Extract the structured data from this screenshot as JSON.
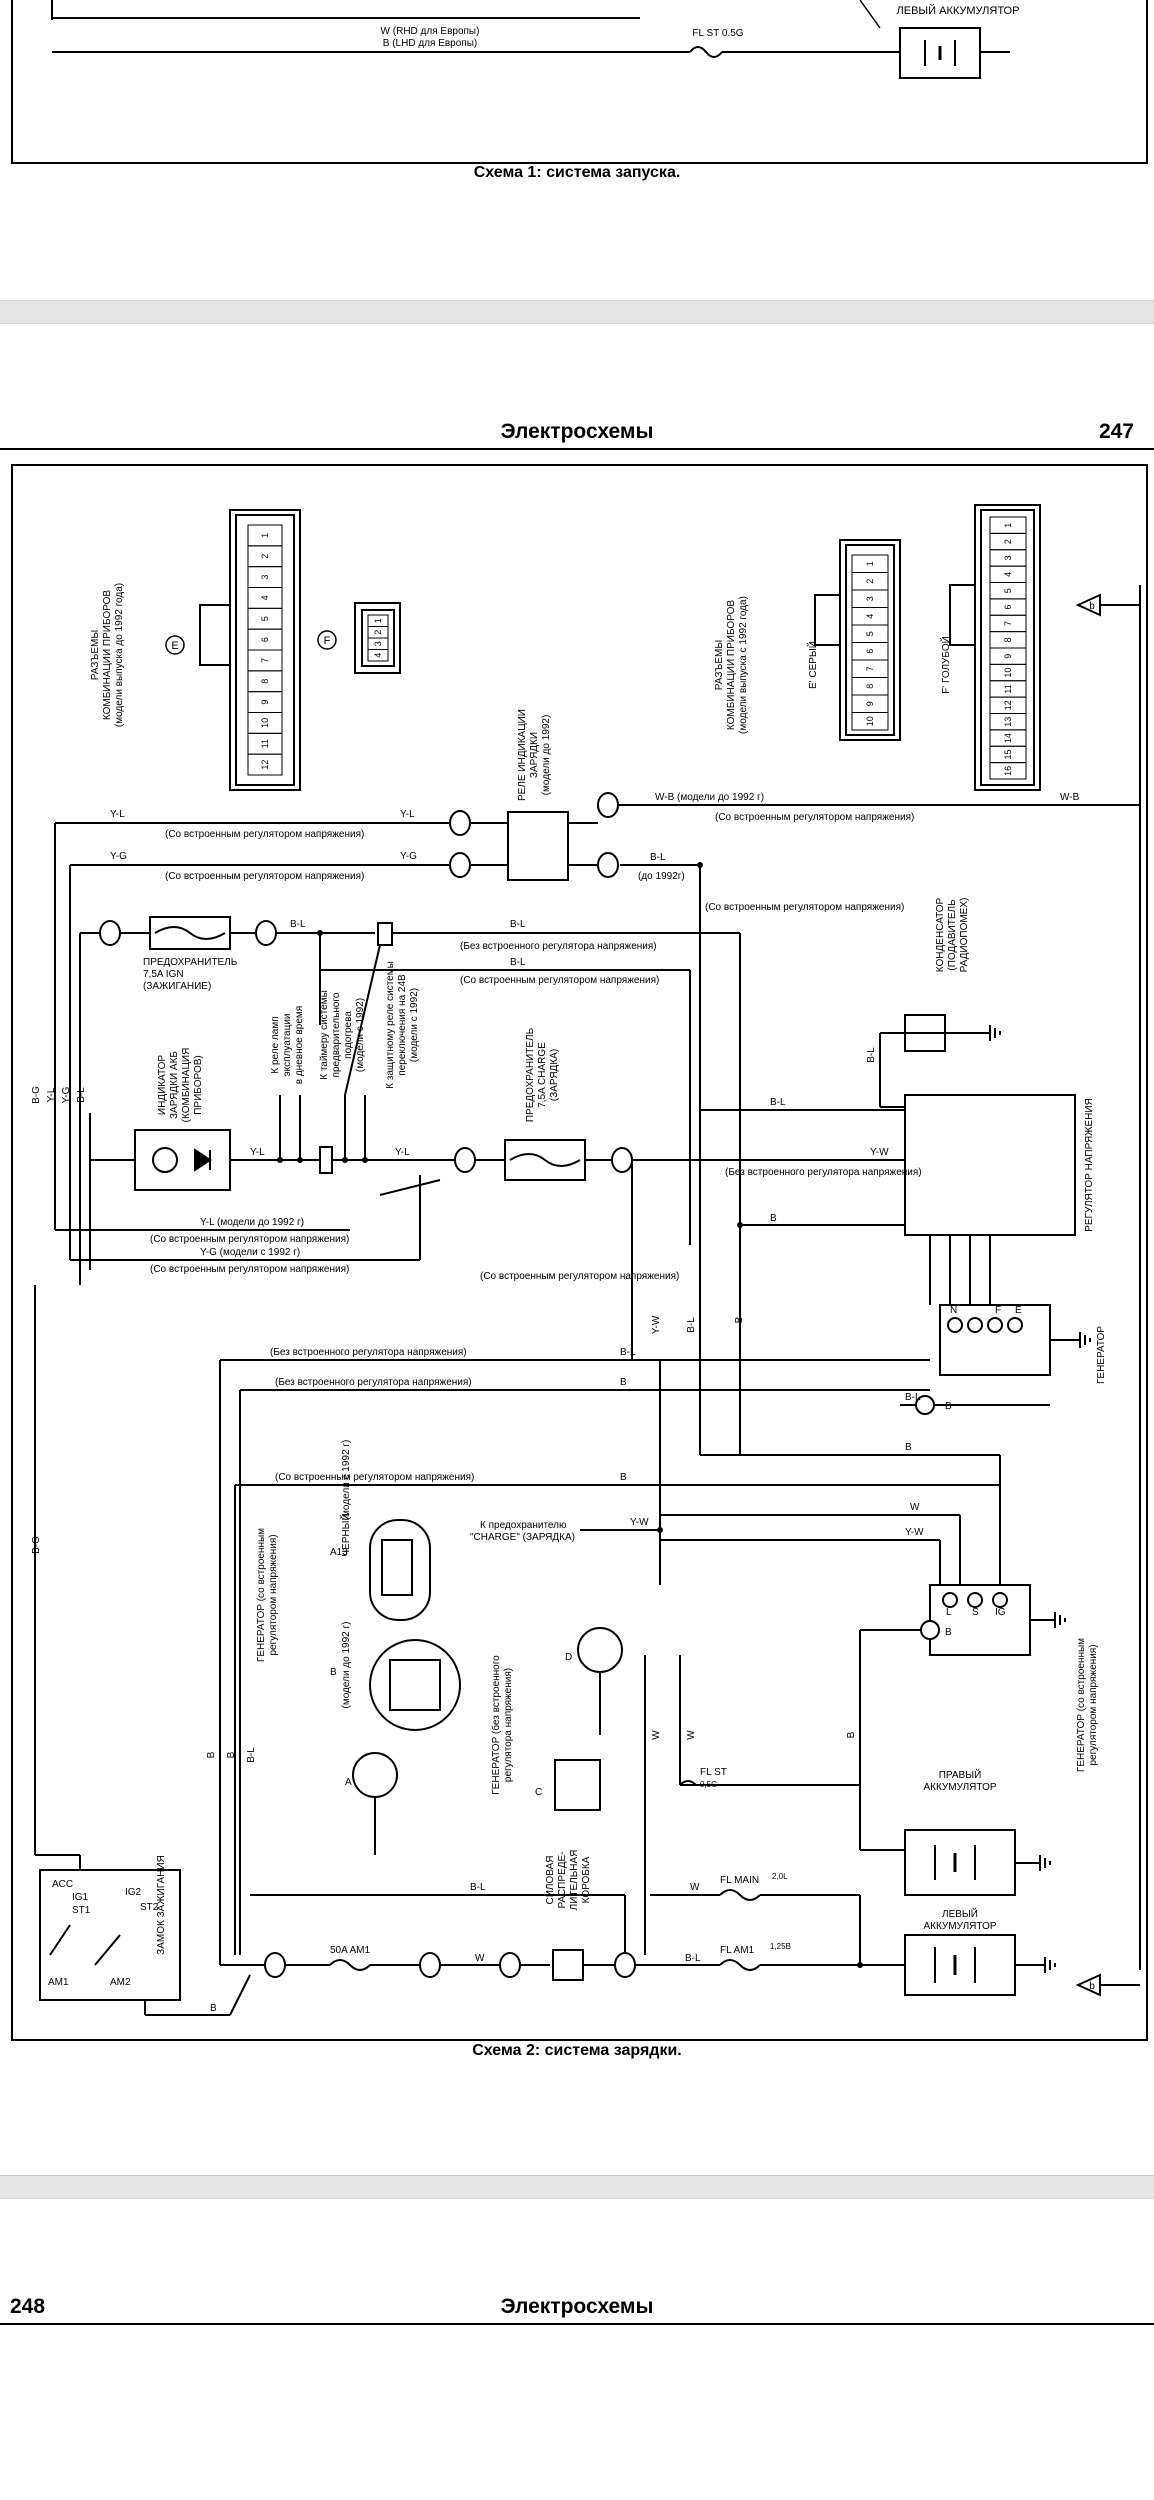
{
  "prev_page": {
    "battery_label": "ЛЕВЫЙ АККУМУЛЯТОР",
    "wire_note_1": "W (RHD для Европы)",
    "wire_note_2": "B (LHD для Европы)",
    "fuse": "FL ST 0.5G",
    "caption": "Схема 1: система запуска."
  },
  "page247": {
    "title": "Электросхемы",
    "number": "247",
    "caption": "Схема 2: система зарядки.",
    "connectors": {
      "left_title_1": "РАЗЪЕМЫ",
      "left_title_2": "КОМБИНАЦИИ ПРИБОРОВ",
      "left_title_3": "(модели выпуска до 1992 года)",
      "right_title_1": "РАЗЪЕМЫ",
      "right_title_2": "КОМБИНАЦИИ ПРИБОРОВ",
      "right_title_3": "(модели выпуска с 1992 года)",
      "e": "E",
      "f": "F",
      "e_gray": "E' СЕРЫЙ",
      "f_blue": "F' ГОЛУБОЙ",
      "pins_12": [
        "1",
        "2",
        "3",
        "4",
        "5",
        "6",
        "7",
        "8",
        "9",
        "10",
        "11",
        "12"
      ],
      "pins_4": [
        "1",
        "2",
        "3",
        "4"
      ],
      "pins_10": [
        "1",
        "2",
        "3",
        "4",
        "5",
        "6",
        "7",
        "8",
        "9",
        "10"
      ],
      "pins_16": [
        "1",
        "2",
        "3",
        "4",
        "5",
        "6",
        "7",
        "8",
        "9",
        "10",
        "11",
        "12",
        "13",
        "14",
        "15",
        "16"
      ]
    },
    "relay": {
      "l1": "РЕЛЕ ИНДИКАЦИИ",
      "l2": "ЗАРЯДКИ",
      "l3": "(модели до 1992)"
    },
    "labels": {
      "yl": "Y-L",
      "yg": "Y-G",
      "bl": "B-L",
      "b": "B",
      "w": "W",
      "wb": "W-B",
      "yw": "Y-W",
      "bg": "B-G",
      "wb_note": "W-B (модели до 1992 г)",
      "with_reg": "(Со встроенным регулятором напряжения)",
      "without_reg": "(Без встроенного регулятора напряжения)",
      "to_1992": "(до 1992г)",
      "with_reg_2": "(Со встроенным регулятором напряжения)",
      "yl_1992": "Y-L (модели до 1992 г)",
      "yg_1992": "Y-G (модели с 1992 г)",
      "fuse_ign_1": "ПРЕДОХРАНИТЕЛЬ",
      "fuse_ign_2": "7,5A IGN",
      "fuse_ign_3": "(ЗАЖИГАНИЕ)",
      "fuse_charge_1": "ПРЕДОХРАНИТЕЛЬ",
      "fuse_charge_2": "7,5A CHARGE",
      "fuse_charge_3": "(ЗАРЯДКА)",
      "indicator_1": "ИНДИКАТОР",
      "indicator_2": "ЗАРЯДКИ АКБ",
      "indicator_3": "(КОМБИНАЦИЯ",
      "indicator_4": "ПРИБОРОВ)",
      "lamp_1": "К реле ламп",
      "lamp_2": "эксплуатации",
      "lamp_3": "в дневное время",
      "timer_1": "К таймеру системы",
      "timer_2": "предварительного",
      "timer_3": "подогрева",
      "timer_4": "(модели с 1992)",
      "prot_1": "К защитному реле системы",
      "prot_2": "переключения на 24В",
      "prot_3": "(модели с 1992)",
      "condenser_1": "КОНДЕНСАТОР",
      "condenser_2": "(ПОДАВИТЕЛЬ",
      "condenser_3": "РАДИОПОМЕХ)",
      "regulator": "РЕГУЛЯТОР НАПРЯЖЕНИЯ",
      "generator": "ГЕНЕРАТОР",
      "to_fuse_1": "К предохранителю",
      "to_fuse_2": "\"CHARGE\" (ЗАРЯДКА)",
      "a13": "A13",
      "black": "ЧЕРНЫЙ",
      "models_from_1992": "(модели с 1992 г)",
      "models_to_1992": "(модели до 1992 г)",
      "gen_with_1": "ГЕНЕРАТОР (со встроенным",
      "gen_with_2": "регулятором напряжения)",
      "gen_without_1": "ГЕНЕРАТОР (без встроенного",
      "gen_without_2": "регулятора напряжения)",
      "right_battery_1": "ПРАВЫЙ",
      "right_battery_2": "АККУМУЛЯТОР",
      "left_battery_1": "ЛЕВЫЙ",
      "left_battery_2": "АККУМУЛЯТОР",
      "ign_switch": "ЗАМОК ЗАЖИГАНИЯ",
      "power_box_1": "СИЛОВАЯ",
      "power_box_2": "РАСПРЕДЕ-",
      "power_box_3": "ЛИТЕЛЬНАЯ",
      "power_box_4": "КОРОБКА",
      "fl_main": "FL MAIN",
      "fl_main_size": "2,0L",
      "fl_am1": "FL AM1",
      "fl_am1_size": "1,25B",
      "am1_50a": "50A  AM1",
      "fl_st": "FL ST",
      "fl_st_size": "0,5G",
      "acc": "ACC",
      "ig1": "IG1",
      "st1": "ST1",
      "ig2": "IG2",
      "st2": "ST2",
      "am1": "AM1",
      "am2": "AM2",
      "b_term": "B",
      "e_term": "E",
      "l_term": "L",
      "s_term": "S",
      "ig_term": "IG",
      "n_term": "N",
      "f_term": "F",
      "letter_a": "A",
      "letter_b": "B",
      "letter_c": "C",
      "letter_d": "D",
      "ref_b": "b"
    }
  },
  "page248": {
    "number": "248",
    "title": "Электросхемы"
  }
}
